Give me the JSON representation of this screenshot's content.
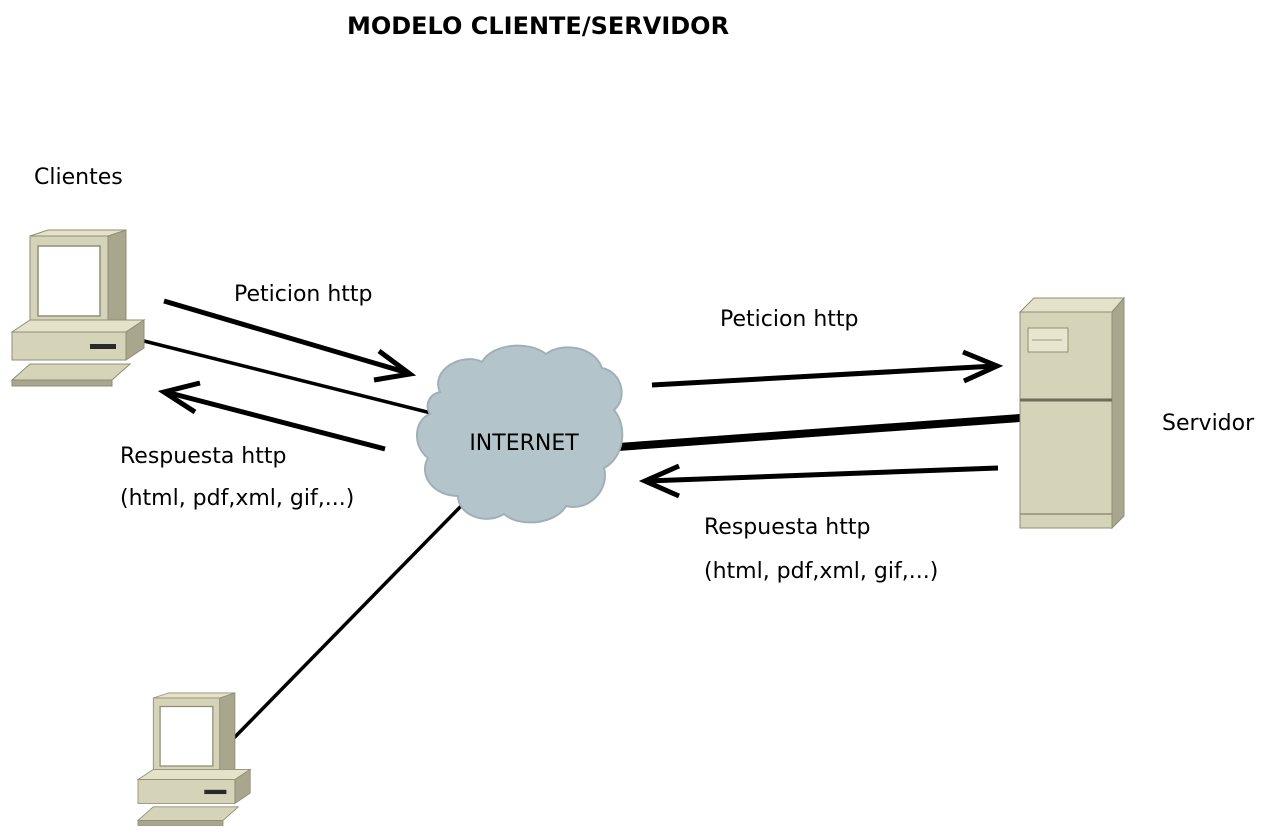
{
  "title": "MODELO CLIENTE/SERVIDOR",
  "labels": {
    "clients": "Clientes",
    "server": "Servidor",
    "internet": "INTERNET",
    "request_left": "Peticion http",
    "response_left_1": "Respuesta http",
    "response_left_2": "(html, pdf,xml, gif,...)",
    "request_right": "Peticion http",
    "response_right_1": "Respuesta http",
    "response_right_2": "(html, pdf,xml, gif,...)"
  },
  "colors": {
    "cloud_fill": "#b3c5ca",
    "cloud_stroke": "#a6b6bb",
    "device_beige": "#d6d4b8",
    "device_shadow": "#a8a68c",
    "device_dark": "#8f8d74",
    "screen": "#ffffff",
    "line": "#000000"
  },
  "icons": {
    "client_top": "desktop-computer-icon",
    "client_bottom": "desktop-computer-icon",
    "server": "server-tower-icon",
    "internet": "cloud-icon"
  }
}
